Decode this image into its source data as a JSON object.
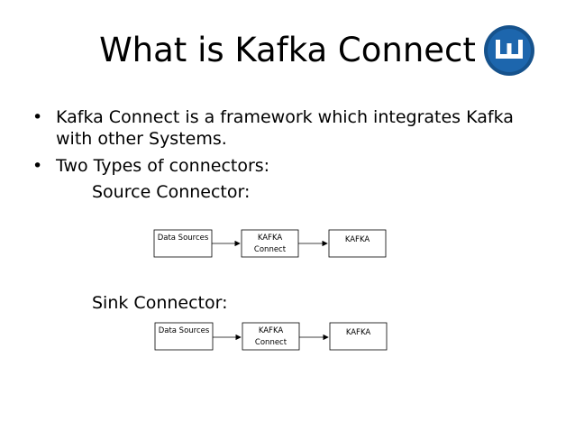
{
  "slide": {
    "title": "What is Kafka Connect",
    "bullets": [
      {
        "line1": "Kafka Connect is a framework which integrates Kafka",
        "line2": "with other Systems."
      },
      {
        "line1": "Two Types of connectors:"
      }
    ],
    "bullet_glyph": "•",
    "logo_icon": "w-logo-icon",
    "accent_color": "#1a5e9c"
  },
  "source": {
    "heading": "Source Connector:",
    "box1": "Data Sources",
    "box2_line1": "KAFKA",
    "box2_line2": "Connect",
    "box3": "KAFKA"
  },
  "sink": {
    "heading": "Sink Connector:",
    "box1": "Data Sources",
    "box2_line1": "KAFKA",
    "box2_line2": "Connect",
    "box3": "KAFKA"
  }
}
